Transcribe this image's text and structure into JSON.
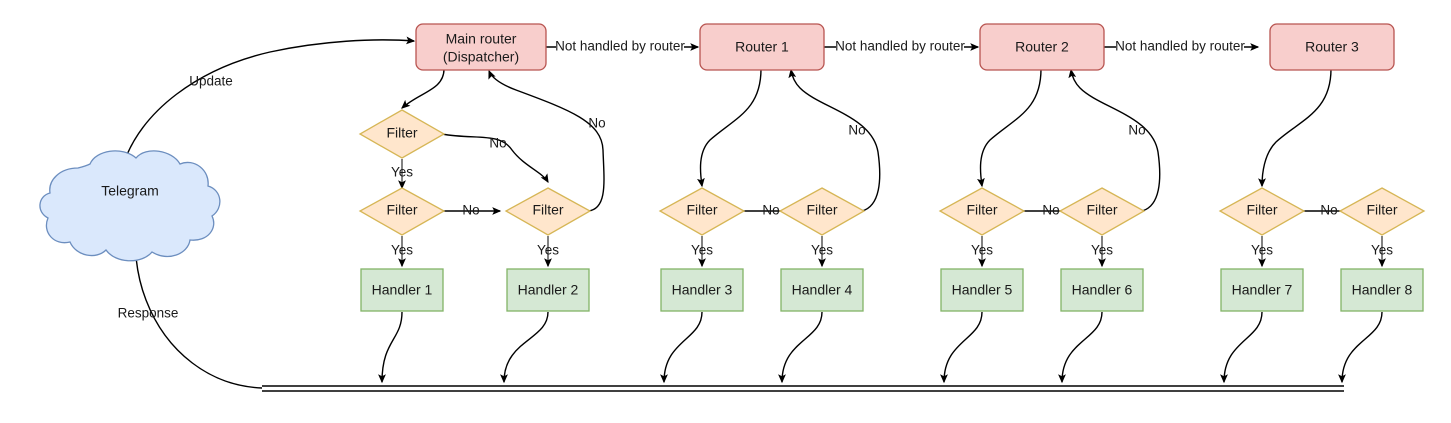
{
  "diagram": {
    "title": "Telegram bot update routing flow",
    "colors": {
      "router_fill": "#f8cecc",
      "router_stroke": "#b85450",
      "filter_fill": "#ffe6cc",
      "filter_stroke": "#d6b656",
      "handler_fill": "#d5e8d4",
      "handler_stroke": "#82b366",
      "cloud_fill": "#dae8fc",
      "cloud_stroke": "#6c8ebf",
      "edge": "#000000",
      "background": "#ffffff"
    },
    "source": {
      "name": "telegram-cloud",
      "label": "Telegram"
    },
    "routers": [
      {
        "name": "main-router",
        "label_line1": "Main router",
        "label_line2": "(Dispatcher)"
      },
      {
        "name": "router-1",
        "label_line1": "Router 1",
        "label_line2": ""
      },
      {
        "name": "router-2",
        "label_line1": "Router 2",
        "label_line2": ""
      },
      {
        "name": "router-3",
        "label_line1": "Router 3",
        "label_line2": ""
      }
    ],
    "filters": [
      {
        "name": "filter-main-top",
        "label": "Filter"
      },
      {
        "name": "filter-main-left",
        "label": "Filter"
      },
      {
        "name": "filter-main-right",
        "label": "Filter"
      },
      {
        "name": "filter-r1-left",
        "label": "Filter"
      },
      {
        "name": "filter-r1-right",
        "label": "Filter"
      },
      {
        "name": "filter-r2-left",
        "label": "Filter"
      },
      {
        "name": "filter-r2-right",
        "label": "Filter"
      },
      {
        "name": "filter-r3-left",
        "label": "Filter"
      },
      {
        "name": "filter-r3-right",
        "label": "Filter"
      }
    ],
    "handlers": [
      {
        "name": "handler-1",
        "label": "Handler 1"
      },
      {
        "name": "handler-2",
        "label": "Handler 2"
      },
      {
        "name": "handler-3",
        "label": "Handler 3"
      },
      {
        "name": "handler-4",
        "label": "Handler 4"
      },
      {
        "name": "handler-5",
        "label": "Handler 5"
      },
      {
        "name": "handler-6",
        "label": "Handler 6"
      },
      {
        "name": "handler-7",
        "label": "Handler 7"
      },
      {
        "name": "handler-8",
        "label": "Handler 8"
      }
    ],
    "edge_labels": {
      "update": "Update",
      "response": "Response",
      "not_handled_1": "Not handled by router",
      "not_handled_2": "Not handled by router",
      "not_handled_3": "Not handled by router",
      "yes_main_top": "Yes",
      "no_main_top": "No",
      "yes_main_left": "Yes",
      "no_main_left": "No",
      "yes_main_right": "Yes",
      "no_main_right": "No",
      "yes_r1_left": "Yes",
      "no_r1_left": "No",
      "yes_r1_right": "Yes",
      "no_r1_right": "No",
      "yes_r2_left": "Yes",
      "no_r2_left": "No",
      "yes_r2_right": "Yes",
      "no_r2_right": "No",
      "yes_r3_left": "Yes",
      "no_r3_left": "No",
      "yes_r3_right": "Yes"
    }
  }
}
